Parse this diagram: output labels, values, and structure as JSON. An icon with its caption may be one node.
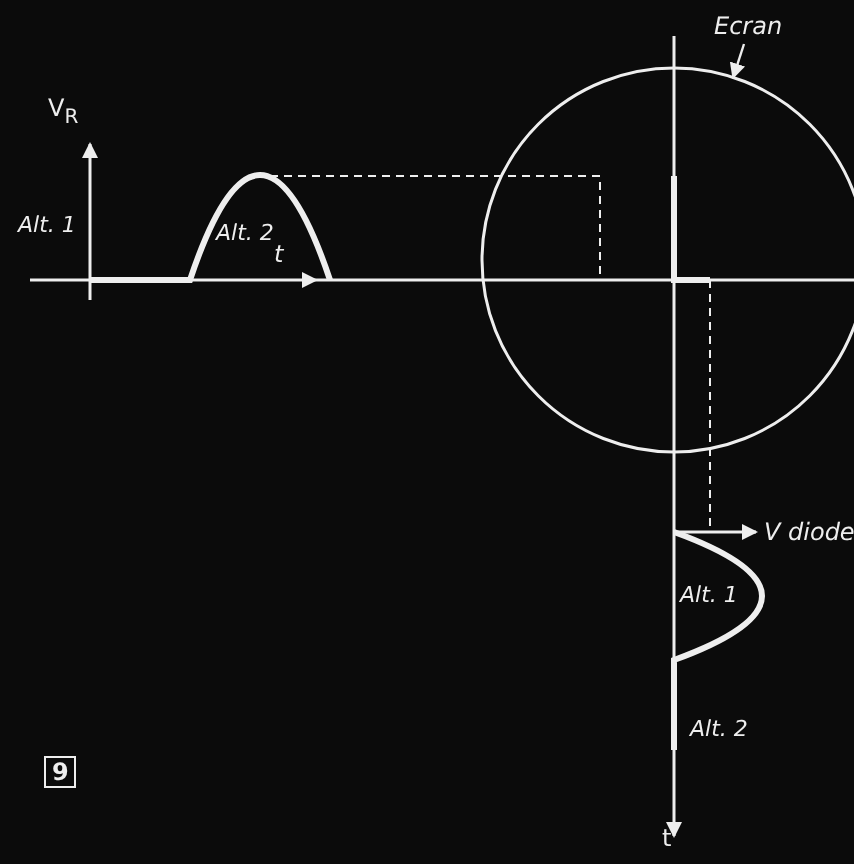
{
  "diagram": {
    "nodes": [
      {
        "text": [
          "Ecran"
        ]
      },
      {
        "text": [],
        "shape": "circle"
      }
    ],
    "edges": [
      {
        "from": 0,
        "to": 1,
        "arrow": "to"
      }
    ],
    "labels": [
      "V$_{R}$",
      "Alt. 1",
      "Alt. 2",
      "t",
      "V diode",
      "Alt. 1",
      "Alt. 2",
      "t",
      "9"
    ]
  }
}
